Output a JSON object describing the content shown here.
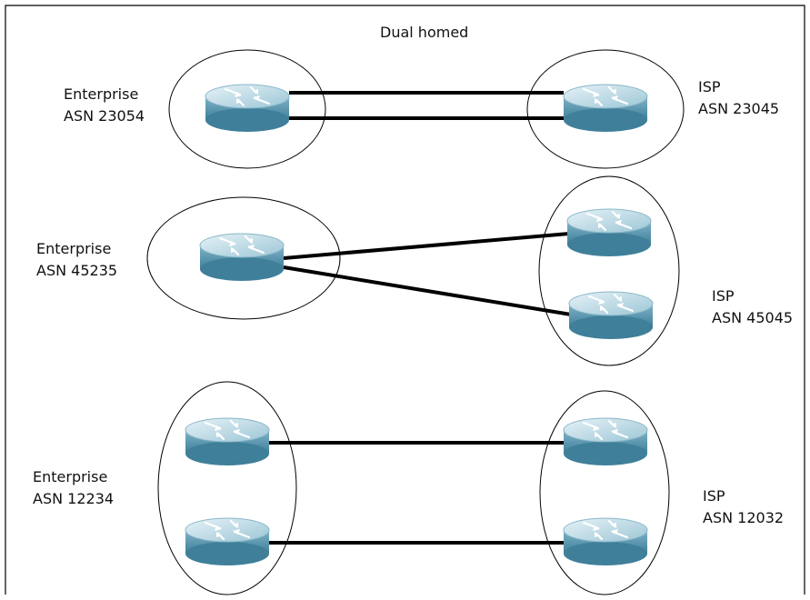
{
  "title": "Dual homed",
  "groups": [
    {
      "enterprise": {
        "name": "Enterprise",
        "asn": "ASN 23054"
      },
      "isp": {
        "name": "ISP",
        "asn": "ASN 23045"
      }
    },
    {
      "enterprise": {
        "name": "Enterprise",
        "asn": "ASN 45235"
      },
      "isp": {
        "name": "ISP",
        "asn": "ASN 45045"
      }
    },
    {
      "enterprise": {
        "name": "Enterprise",
        "asn": "ASN 12234"
      },
      "isp": {
        "name": "ISP",
        "asn": "ASN 12032"
      }
    }
  ],
  "colors": {
    "border": "#000000",
    "router_top": "#bcd9e4",
    "router_side": "#5f9ab2",
    "link": "#000000"
  },
  "icons": [
    "router-icon"
  ]
}
